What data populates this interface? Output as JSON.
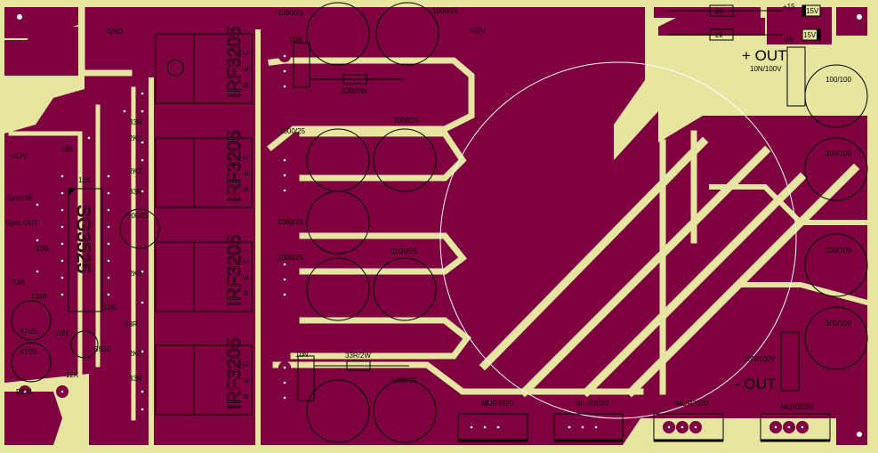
{
  "board": {
    "colors": {
      "copper": "#7f0040",
      "substrate": "#e6e6a0",
      "silkscreen": "#000000",
      "outline": "#ffffff"
    }
  },
  "labels": {
    "gnd": "GND",
    "v12_top": "+12V",
    "v12_left": "+12V",
    "sync_in": "Sync IN",
    "sync_out": "Sync OUT",
    "ic": "SG3525",
    "rem": "REM",
    "pos_out": "+ OUT",
    "neg_out": "- OUT",
    "plus15": "+15",
    "minus15": "-15"
  },
  "mosfets": [
    {
      "part": "IRF3205",
      "pins": [
        "B",
        "E",
        "C"
      ]
    },
    {
      "part": "IRF3205",
      "pins": [
        "B",
        "E",
        "C"
      ]
    },
    {
      "part": "IRF3205",
      "pins": [
        "B",
        "E",
        "C"
      ]
    },
    {
      "part": "IRF3205",
      "pins": [
        "B",
        "E",
        "C"
      ]
    }
  ],
  "caps_input": [
    "1000/25",
    "1000/25",
    "1000/25",
    "1000/25",
    "1000/25",
    "1000/25",
    "1000/25",
    "1000/25"
  ],
  "caps_output": [
    "100/100",
    "100/100",
    "100/100",
    "100/100"
  ],
  "film_caps": [
    "10N",
    "10N",
    "10N/100V",
    "10N/100V",
    "10N",
    "10N"
  ],
  "resistors": {
    "snubber": [
      "33R/2W",
      "33R/2W"
    ],
    "gate": [
      "33R",
      "33R",
      "33R",
      "33R"
    ],
    "gate_pulldown": [
      "2K2",
      "2K2",
      "2K2",
      "2K2"
    ],
    "control": [
      "12K",
      "12K",
      "12K",
      "13K",
      "100R",
      "12K"
    ],
    "supply": [
      "2k",
      "2k"
    ]
  },
  "small_parts": {
    "cap_100_25": "100/25",
    "cap_47_25_a": "47/25",
    "cap_47_25_b": "47/25",
    "transistor": "5550",
    "zener_a": "15V",
    "zener_b": "15V"
  },
  "diodes": [
    "MUR2020",
    "MUR2020",
    "MUR2020",
    "MUR2020"
  ]
}
